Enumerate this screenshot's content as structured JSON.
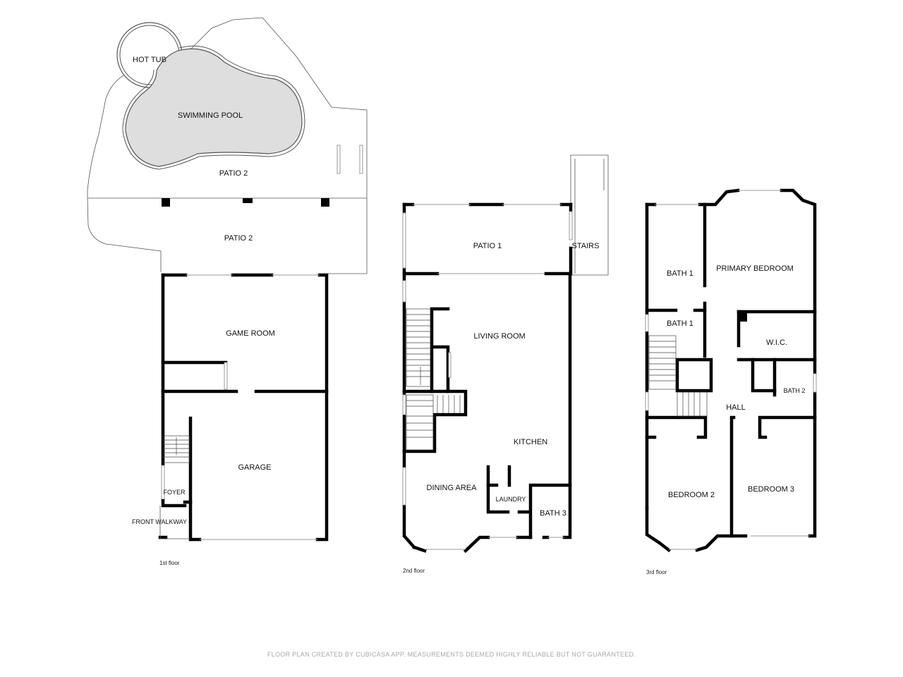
{
  "colors": {
    "wall": "#000000",
    "pool": "#dedede",
    "footer_text": "#a8a8a8"
  },
  "floors": [
    {
      "label": "1st floor",
      "rooms": {
        "hot_tub": "HOT TUB",
        "swimming_pool": "SWIMMING POOL",
        "patio_2_upper": "PATIO 2",
        "patio_2_lower": "PATIO 2",
        "game_room": "GAME ROOM",
        "garage": "GARAGE",
        "foyer": "FOYER",
        "front_walkway": "FRONT WALKWAY"
      }
    },
    {
      "label": "2nd floor",
      "rooms": {
        "patio_1": "PATIO 1",
        "stairs": "STAIRS",
        "living_room": "LIVING ROOM",
        "kitchen": "KITCHEN",
        "dining_area": "DINING AREA",
        "laundry": "LAUNDRY",
        "bath_3": "BATH 3"
      }
    },
    {
      "label": "3rd floor",
      "rooms": {
        "bath_1_upper": "BATH 1",
        "primary_bedroom": "PRIMARY BEDROOM",
        "bath_1_lower": "BATH 1",
        "wic": "W.I.C.",
        "bath_2": "BATH 2",
        "hall": "HALL",
        "bedroom_2": "BEDROOM 2",
        "bedroom_3": "BEDROOM 3"
      }
    }
  ],
  "footer": "FLOOR PLAN CREATED BY CUBICASA APP. MEASUREMENTS DEEMED HIGHLY RELIABLE BUT NOT GUARANTEED."
}
